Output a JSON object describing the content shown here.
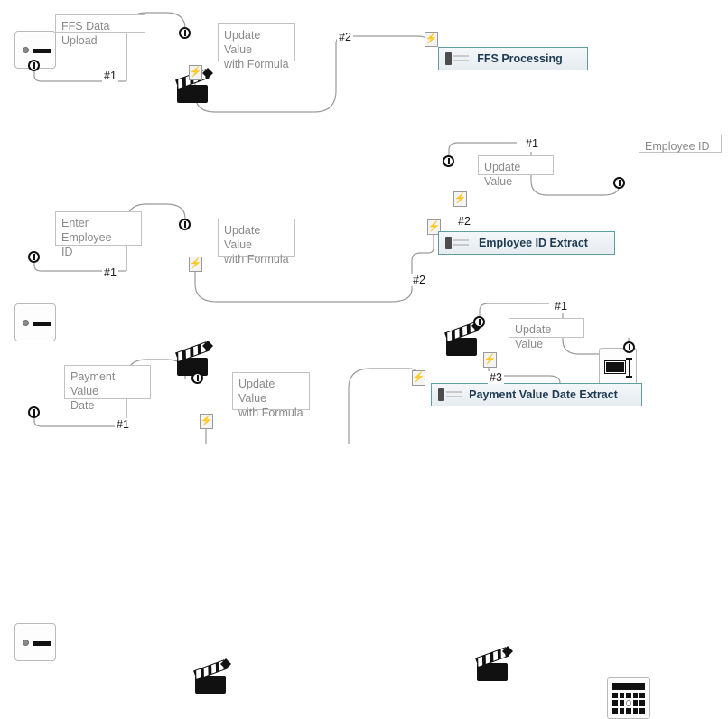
{
  "canvas": {
    "title": "Automation Workflow Canvas",
    "background": "#ffffff",
    "wire_color": "#9a9a9a",
    "accent_teal": "#5f9ea0",
    "label_text_color": "#8a8a8a",
    "process_text_color": "#1f3b53"
  },
  "flows": [
    {
      "id": "ffs",
      "start_label": "FFS Data Upload",
      "action_label": "Update Value\nwith Formula",
      "process_label": "FFS Processing",
      "tags": [
        "#1",
        "#2"
      ]
    },
    {
      "id": "employee",
      "start_label": "Enter Employee\nID",
      "action_label": "Update Value\nwith Formula",
      "process_label": "Employee ID Extract",
      "secondary_action_label": "Update Value",
      "field_label": "Employee ID",
      "tags": [
        "#1",
        "#2",
        "#1",
        "#2"
      ]
    },
    {
      "id": "payment",
      "start_label": "Payment Value\nDate",
      "action_label": "Update Value\nwith Formula",
      "process_label": "Payment Value Date Extract",
      "secondary_action_label": "Update Value",
      "tags": [
        "#1",
        "#1",
        "#3"
      ]
    }
  ],
  "icons": {
    "start": "radio-start-icon",
    "action": "clapperboard-icon",
    "trigger": "lightning-bolt-icon",
    "port": "connector-port-icon",
    "text_field": "text-input-icon",
    "calendar": "calendar-picker-icon",
    "process": "process-toggle-icon",
    "bolt_glyph": "⚡"
  },
  "tags": {
    "t1": "#1",
    "t2": "#2",
    "t3": "#1",
    "t4": "#2",
    "t5": "#1",
    "t6": "#1",
    "t7": "#2",
    "t8": "#1",
    "t9": "#3"
  }
}
